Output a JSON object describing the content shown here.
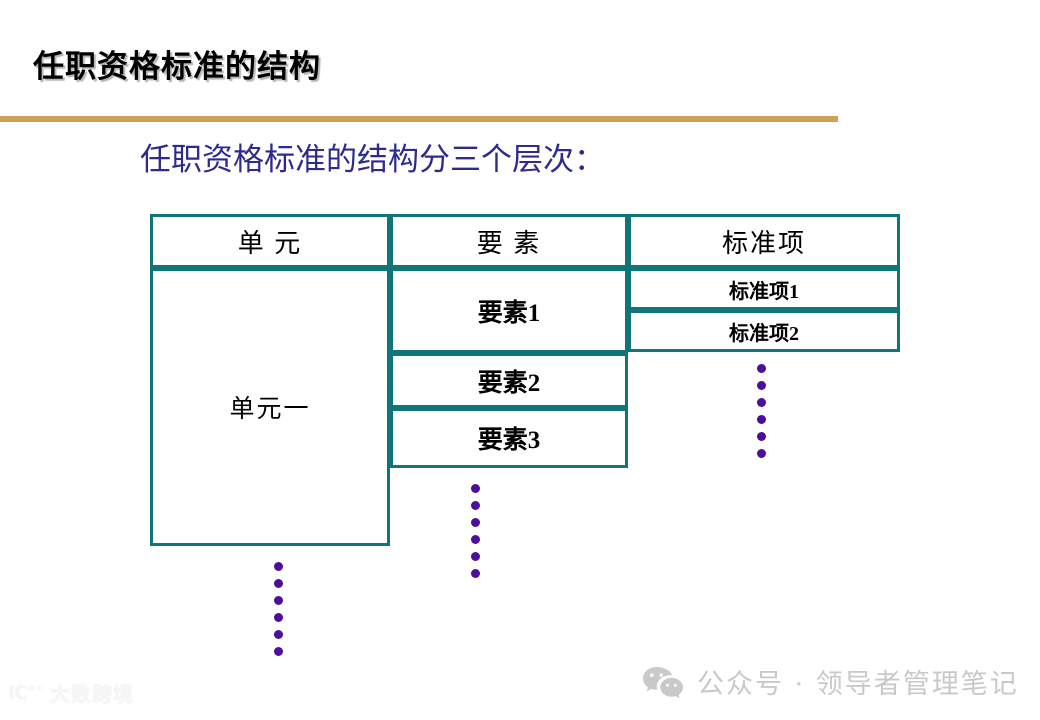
{
  "slide": {
    "title": "任职资格标准的结构",
    "rule_color": "#cfa158",
    "subtitle": "任职资格标准的结构分三个层次：",
    "subtitle_color": "#2e2b8f",
    "background": "#ffffff"
  },
  "diagram": {
    "border_color": "#0f7578",
    "dot_color": "#4b0f9c",
    "headers": {
      "unit": "单 元",
      "element": "要 素",
      "standard": "标准项"
    },
    "unit_column": {
      "cells": [
        {
          "label": "单元一"
        }
      ],
      "continuation_dots": 6
    },
    "element_column": {
      "cells": [
        {
          "label": "要素1"
        },
        {
          "label": "要素2"
        },
        {
          "label": "要素3"
        }
      ],
      "continuation_dots": 6
    },
    "standard_column": {
      "cells": [
        {
          "label": "标准项1"
        },
        {
          "label": "标准项2"
        }
      ],
      "continuation_dots": 6
    }
  },
  "watermarks": {
    "left": {
      "glyph": "IC°°",
      "text": "大数跨境"
    },
    "right": {
      "icon": "wechat-icon",
      "text": "公众号 · 领导者管理笔记",
      "color": "#c9c9c9"
    }
  }
}
